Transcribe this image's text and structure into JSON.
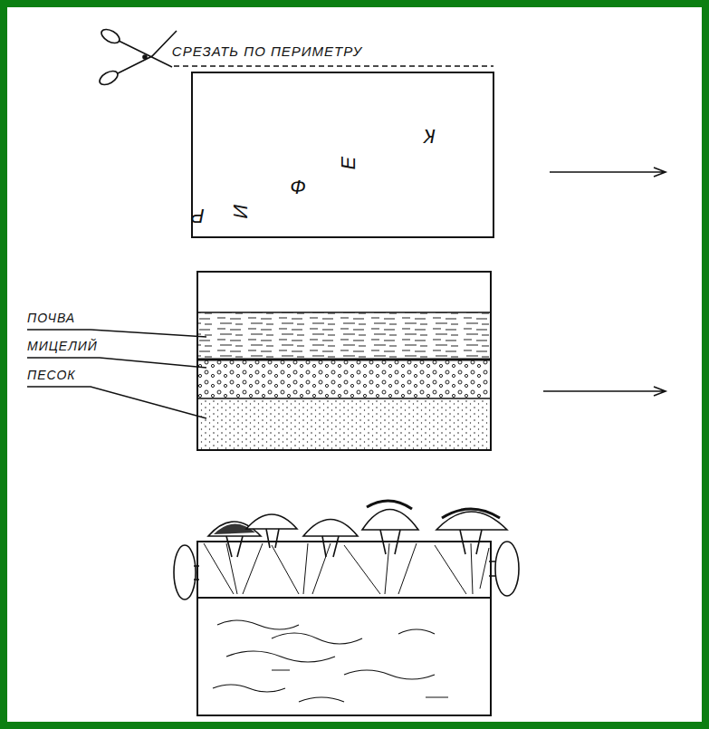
{
  "diagram": {
    "labels": [
      "СРЕЗАТЬ ПО ПЕРИМЕТРУ",
      "Р",
      "И",
      "Ф",
      "Е",
      "К",
      "ПОЧВА",
      "МИЦЕЛИЙ",
      "ПЕСОК"
    ]
  }
}
